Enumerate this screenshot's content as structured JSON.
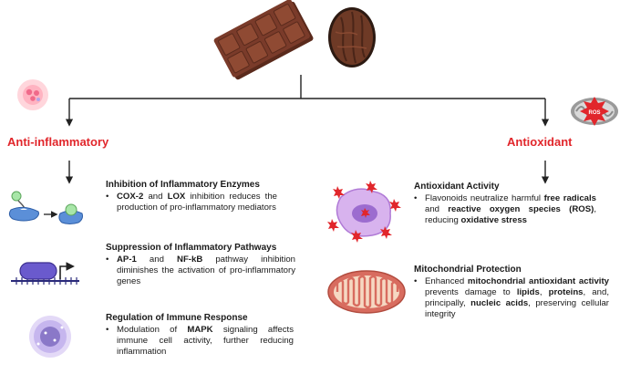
{
  "left": {
    "heading": "Anti-inflammatory",
    "blocks": [
      {
        "title": "Inhibition of Inflammatory Enzymes",
        "parts": [
          {
            "t": "COX-2",
            "b": true
          },
          {
            "t": " and ",
            "b": false
          },
          {
            "t": "LOX",
            "b": true
          },
          {
            "t": " inhibition reduces the production of pro-inflammatory mediators",
            "b": false
          }
        ]
      },
      {
        "title": "Suppression of Inflammatory Pathways",
        "parts": [
          {
            "t": "AP-1",
            "b": true
          },
          {
            "t": " and ",
            "b": false
          },
          {
            "t": "NF-kB",
            "b": true
          },
          {
            "t": " pathway inhibition diminishes the activation of pro-inflammatory genes",
            "b": false
          }
        ]
      },
      {
        "title": "Regulation of Immune Response",
        "parts": [
          {
            "t": "Modulation of ",
            "b": false
          },
          {
            "t": "MAPK",
            "b": true
          },
          {
            "t": " signaling affects immune cell activity, further reducing inflammation",
            "b": false
          }
        ]
      }
    ]
  },
  "right": {
    "heading": "Antioxidant",
    "ros_label": "ROS",
    "blocks": [
      {
        "title": "Antioxidant Activity",
        "parts": [
          {
            "t": "Flavonoids neutralize harmful ",
            "b": false
          },
          {
            "t": "free radicals",
            "b": true
          },
          {
            "t": " and ",
            "b": false
          },
          {
            "t": "reactive oxygen species (ROS)",
            "b": true
          },
          {
            "t": ", reducing ",
            "b": false
          },
          {
            "t": "oxidative stress",
            "b": true
          }
        ]
      },
      {
        "title": "Mitochondrial Protection",
        "parts": [
          {
            "t": "Enhanced ",
            "b": false
          },
          {
            "t": "mitochondrial antioxidant activity",
            "b": true
          },
          {
            "t": " prevents damage to ",
            "b": false
          },
          {
            "t": "lipids",
            "b": true
          },
          {
            "t": ", ",
            "b": false
          },
          {
            "t": "proteins",
            "b": true
          },
          {
            "t": ", and, principally, ",
            "b": false
          },
          {
            "t": "nucleic acids",
            "b": true
          },
          {
            "t": ", preserving cellular integrity",
            "b": false
          }
        ]
      }
    ]
  },
  "colors": {
    "heading": "#e1262b",
    "chocolate": "#7a3b2a",
    "bean": "#6e3a26",
    "membrane": "#6a5acd",
    "ros": "#e1262b"
  },
  "icons": [
    "chocolate-bar",
    "cocoa-bean",
    "inflammation-cells",
    "enzyme-inhibition",
    "gene-promoter",
    "immune-cell",
    "mitochondrion-ros",
    "free-radicals-cell",
    "mitochondrion"
  ]
}
